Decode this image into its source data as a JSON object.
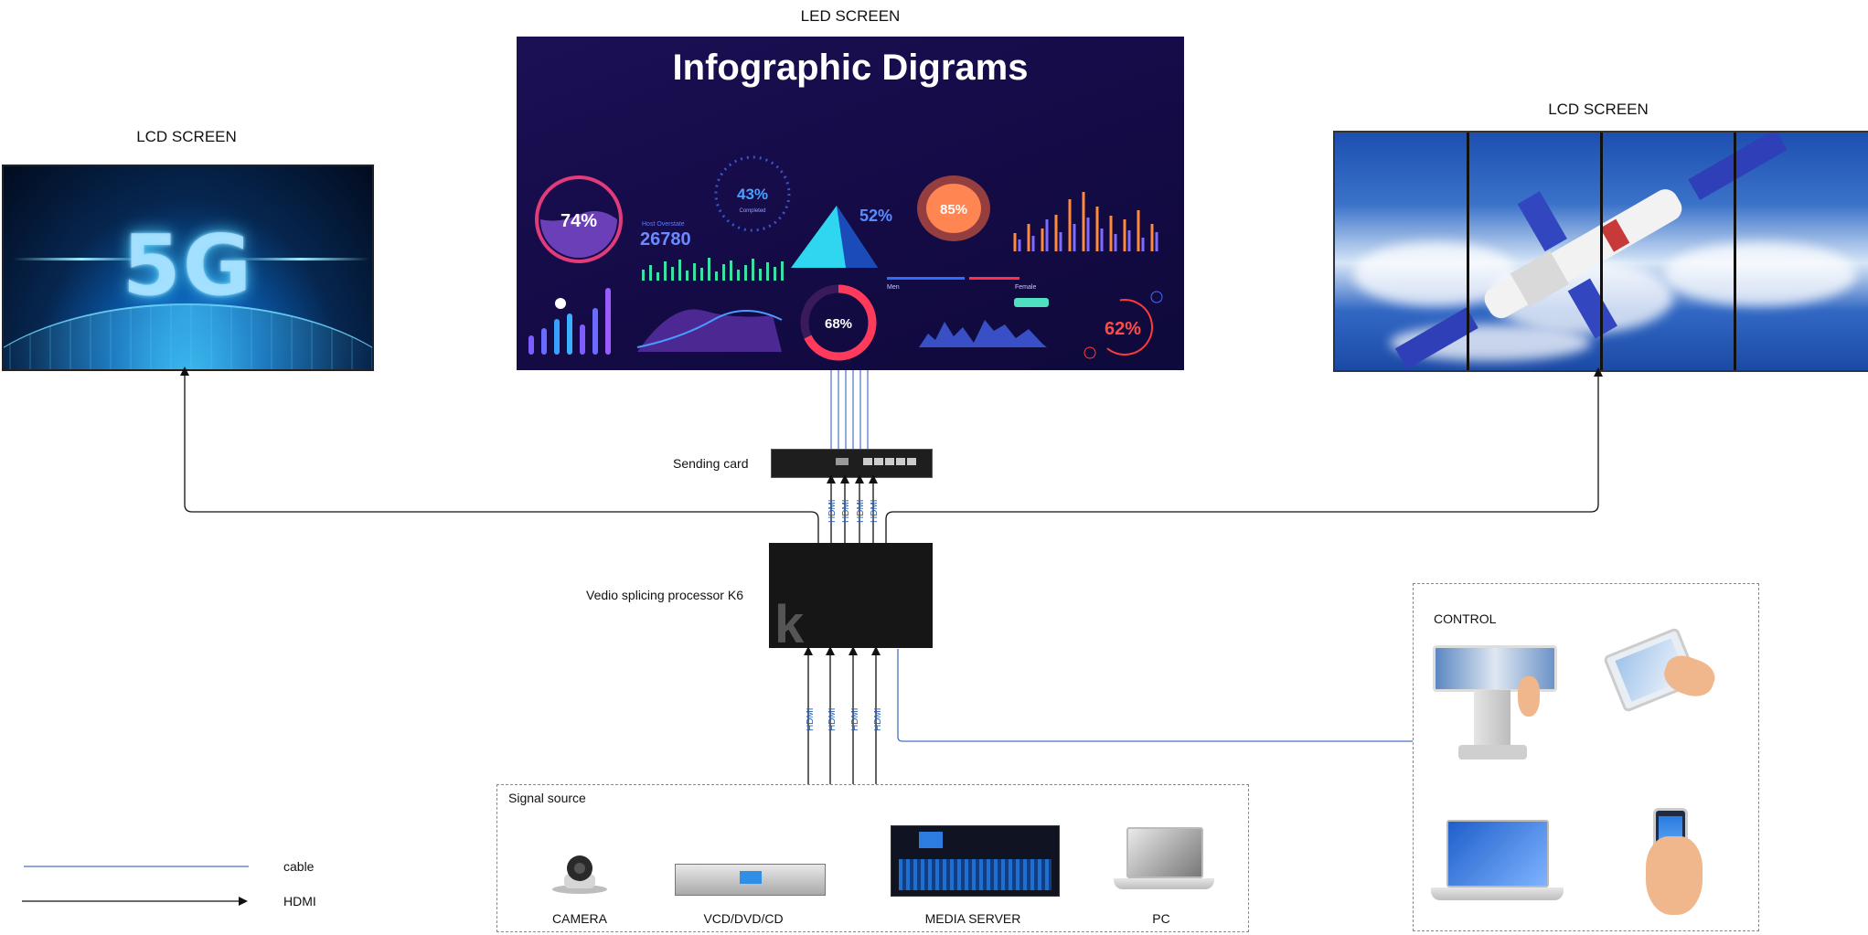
{
  "screens": {
    "lcd_left_label": "LCD SCREEN",
    "led_label": "LED SCREEN",
    "lcd_right_label": "LCD SCREEN",
    "led_content_title": "Infographic Digrams",
    "lcd_left_content_text": "5G",
    "led_stats": {
      "ring1": "74%",
      "ring2": "43%",
      "counter": "26780",
      "triangle_pct": "52%",
      "blob_pct": "85%",
      "donut_pct": "68%",
      "gauge_pct": "62%",
      "small_ring_label": "Completed",
      "counter_label": "Host Overstate",
      "chart_label_men": "Men",
      "chart_label_female": "Female"
    }
  },
  "devices": {
    "sending_card_label": "Sending card",
    "processor_label": "Vedio splicing processor K6",
    "processor_logo": "k",
    "hdmi_tag": "HDMI"
  },
  "signal_source": {
    "title": "Signal source",
    "items": [
      "CAMERA",
      "VCD/DVD/CD",
      "MEDIA SERVER",
      "PC"
    ]
  },
  "control": {
    "title": "CONTROL"
  },
  "legend": {
    "cable": "cable",
    "hdmi": "HDMI",
    "cable_color": "#4a72c4",
    "hdmi_color": "#111111"
  }
}
